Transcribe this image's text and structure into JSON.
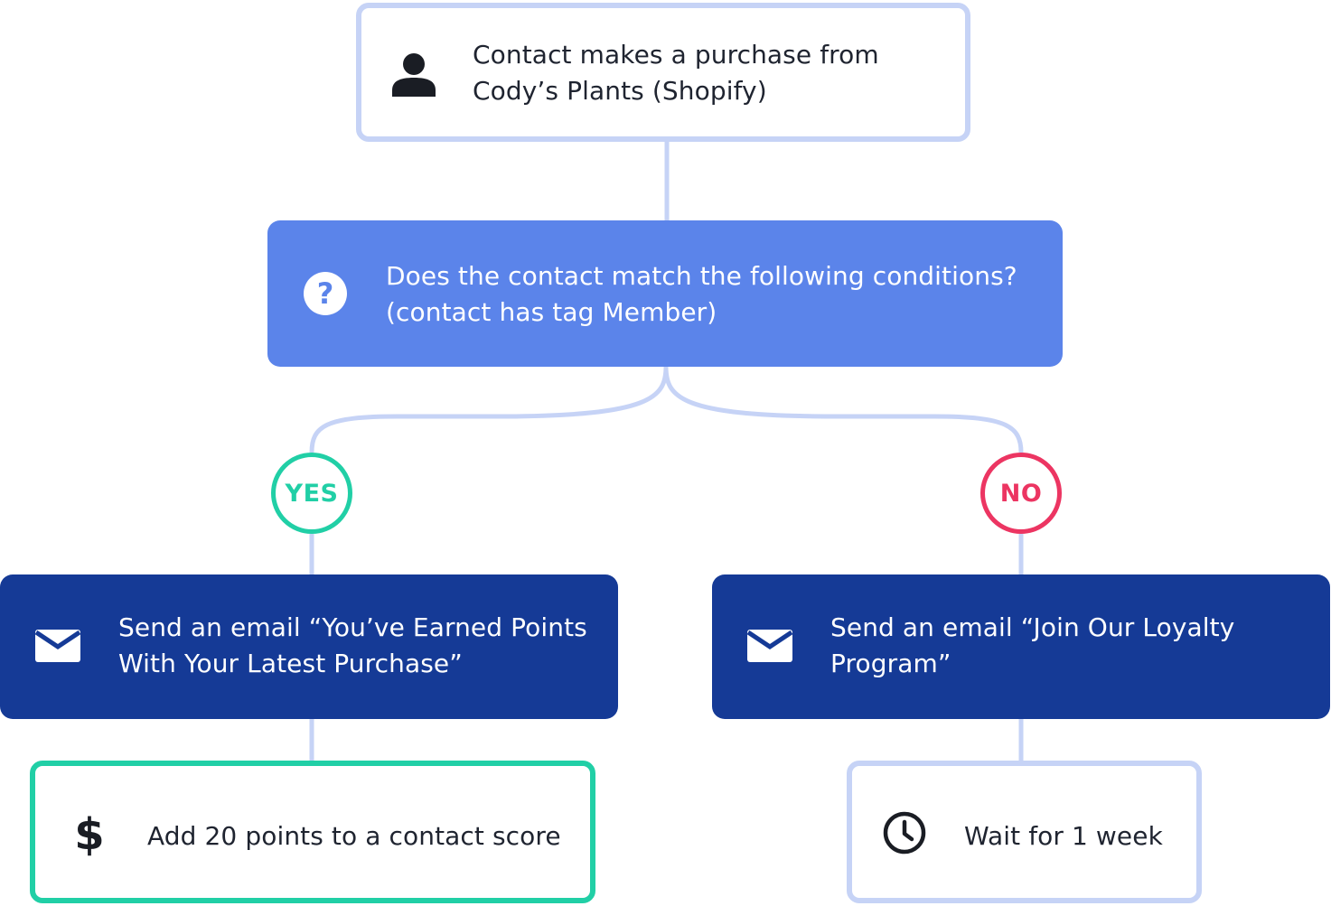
{
  "colors": {
    "connector": "#c6d3f6",
    "condition_fill": "#5b84ea",
    "email_fill": "#153a96",
    "yes": "#21cfa6",
    "no": "#ec3562",
    "text_dark": "#1f2430"
  },
  "trigger": {
    "icon": "person-icon",
    "line1": "Contact makes a purchase from",
    "line2": "Cody’s Plants (Shopify)"
  },
  "condition": {
    "icon": "question-icon",
    "line1": "Does the contact match the following conditions?",
    "line2": "(contact has tag Member)"
  },
  "branches": {
    "yes": {
      "label": "YES",
      "email": {
        "icon": "envelope-icon",
        "line1": "Send an email “You’ve Earned Points",
        "line2": "With Your Latest Purchase”"
      },
      "action": {
        "icon": "dollar-icon",
        "text": "Add 20 points to a contact score"
      }
    },
    "no": {
      "label": "NO",
      "email": {
        "icon": "envelope-icon",
        "line1": "Send an email “Join Our Loyalty",
        "line2": "Program”"
      },
      "action": {
        "icon": "clock-icon",
        "text": "Wait for 1 week"
      }
    }
  }
}
